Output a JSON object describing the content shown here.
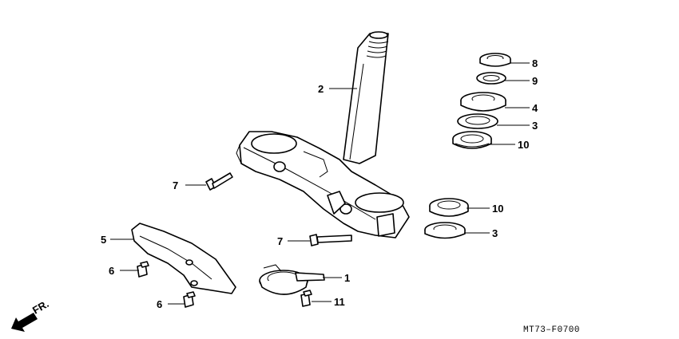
{
  "callouts": [
    {
      "id": "c2",
      "text": "2"
    },
    {
      "id": "c8",
      "text": "8"
    },
    {
      "id": "c9",
      "text": "9"
    },
    {
      "id": "c4",
      "text": "4"
    },
    {
      "id": "c3a",
      "text": "3"
    },
    {
      "id": "c10a",
      "text": "10"
    },
    {
      "id": "c7a",
      "text": "7"
    },
    {
      "id": "c10b",
      "text": "10"
    },
    {
      "id": "c3b",
      "text": "3"
    },
    {
      "id": "c5",
      "text": "5"
    },
    {
      "id": "c7b",
      "text": "7"
    },
    {
      "id": "c6a",
      "text": "6"
    },
    {
      "id": "c1",
      "text": "1"
    },
    {
      "id": "c6b",
      "text": "6"
    },
    {
      "id": "c11",
      "text": "11"
    }
  ],
  "direction_label": "FR.",
  "drawing_code": "MT73–F0700",
  "icons": {
    "direction": "arrow-left-down-icon"
  }
}
